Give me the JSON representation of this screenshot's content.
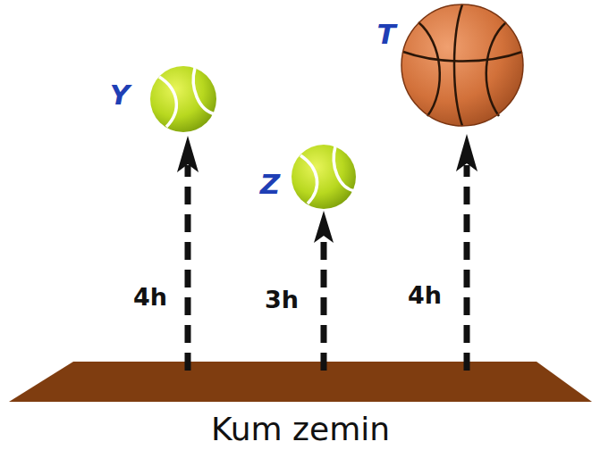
{
  "diagram": {
    "labels": [
      "Y",
      "Z",
      "T",
      "4h",
      "3h",
      "4h",
      "Kum zemin"
    ]
  }
}
